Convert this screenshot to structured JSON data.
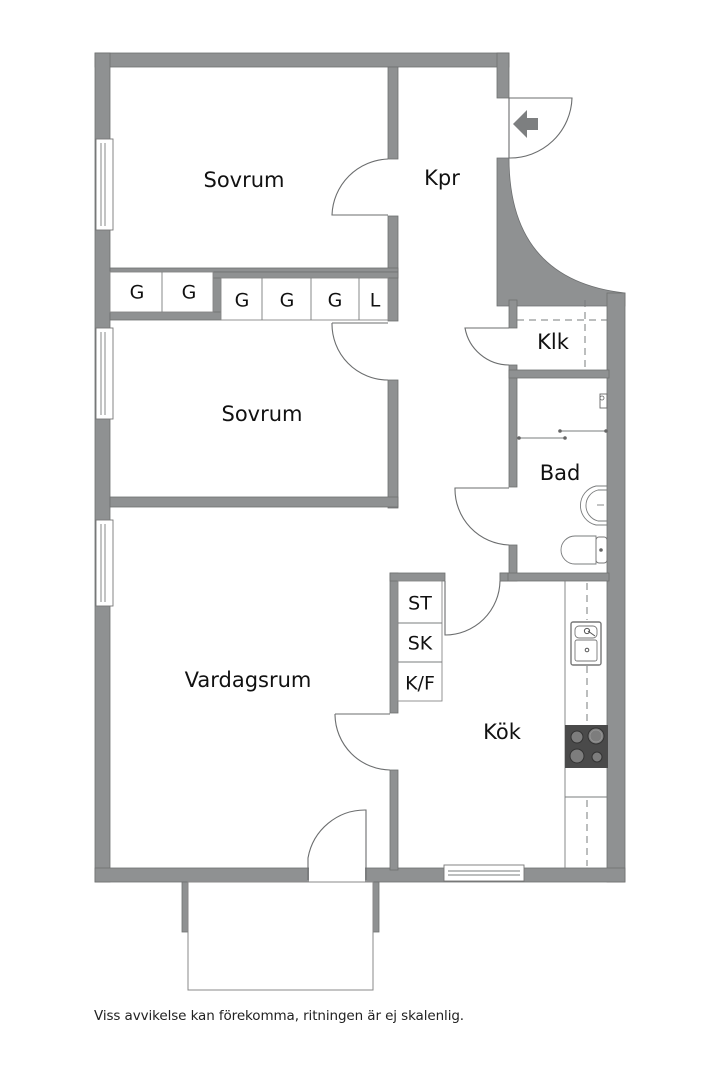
{
  "floorplan": {
    "rooms": [
      {
        "id": "sovrum-1",
        "label": "Sovrum"
      },
      {
        "id": "kpr",
        "label": "Kpr"
      },
      {
        "id": "klk",
        "label": "Klk"
      },
      {
        "id": "sovrum-2",
        "label": "Sovrum"
      },
      {
        "id": "bad",
        "label": "Bad"
      },
      {
        "id": "vardagsrum",
        "label": "Vardagsrum"
      },
      {
        "id": "kok",
        "label": "Kök"
      }
    ],
    "closets": {
      "row1": [
        "G",
        "G"
      ],
      "row2": [
        "G",
        "G",
        "G",
        "L"
      ]
    },
    "kitchen_storage": [
      "ST",
      "SK",
      "K/F"
    ],
    "entrance_icon": "entrance-arrow-icon",
    "colors": {
      "wall": "#8f9192",
      "stove": "#4a4a4a",
      "text": "#111111",
      "background": "#ffffff"
    }
  },
  "footer": {
    "disclaimer": "Viss avvikelse kan förekomma, ritningen är ej skalenlig."
  }
}
